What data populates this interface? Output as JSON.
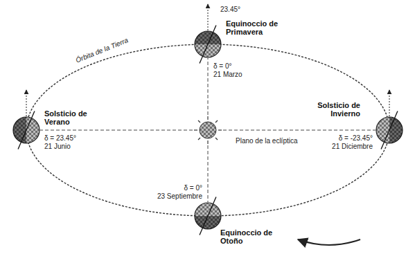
{
  "diagram": {
    "nodes": [
      {
        "text": [
          "Equinoccio de Primavera"
        ]
      },
      {
        "text": [
          "Solsticio de Verano"
        ]
      },
      {
        "text": [
          "Solsticio de Invierno"
        ]
      },
      {
        "text": [
          "Equinoccio de Otoño"
        ]
      }
    ],
    "labels": [
      "23.45°",
      "δ = 0°",
      "21 Marzo",
      "δ = 23.45°",
      "21 Junio",
      "δ = -23.45°",
      "21 Diciembre",
      "δ = 0°",
      "23 Septiembre",
      "Plano de la eclíptica",
      "Órbita de la Tierra"
    ]
  }
}
